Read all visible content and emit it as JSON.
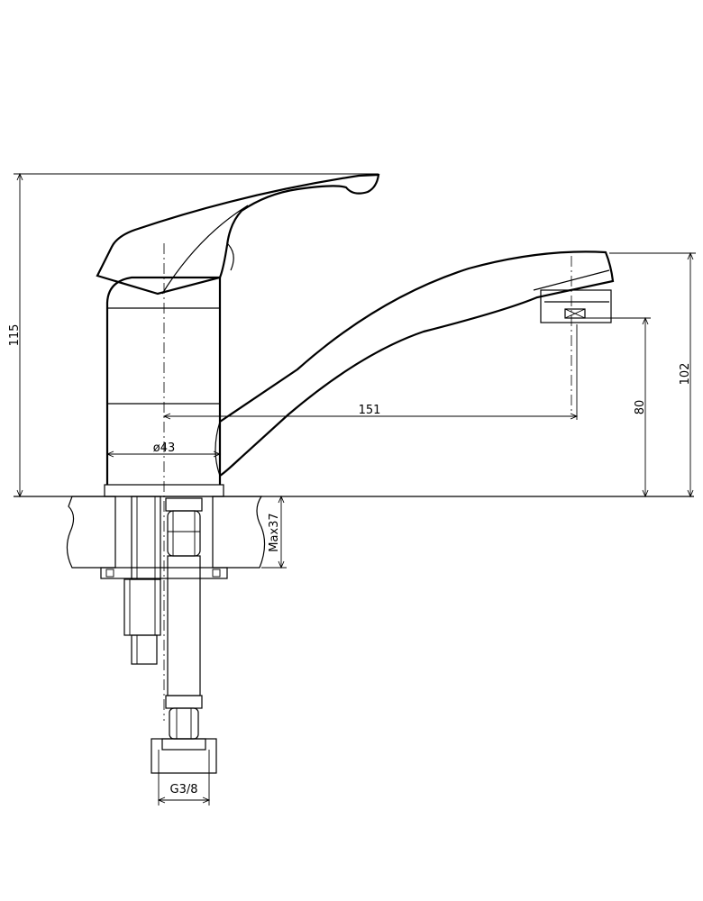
{
  "dimensions": {
    "total_height": "115",
    "spout_reach": "151",
    "outlet_height": "80",
    "spout_top_height": "102",
    "body_diameter": "ø43",
    "max_counter_thickness": "Max37",
    "thread_size": "G3/8"
  },
  "colors": {
    "line": "#000000",
    "background": "#ffffff"
  }
}
